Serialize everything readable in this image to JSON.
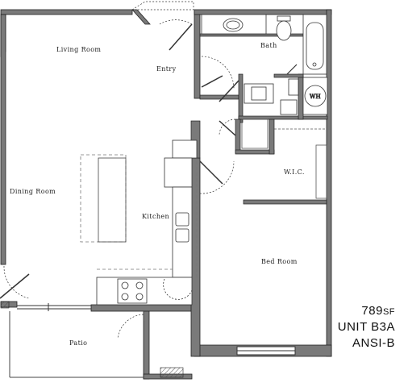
{
  "rooms": {
    "living_room": "Living Room",
    "entry": "Entry",
    "bath": "Bath",
    "wh": "WH",
    "wic": "W.I.C.",
    "dining_room": "Dining Room",
    "kitchen": "Kitchen",
    "bed_room": "Bed Room",
    "patio": "Patio"
  },
  "unit_info": {
    "area_value": "789",
    "area_unit": "SF",
    "unit_name": "UNIT B3A",
    "ansi": "ANSI-B"
  }
}
